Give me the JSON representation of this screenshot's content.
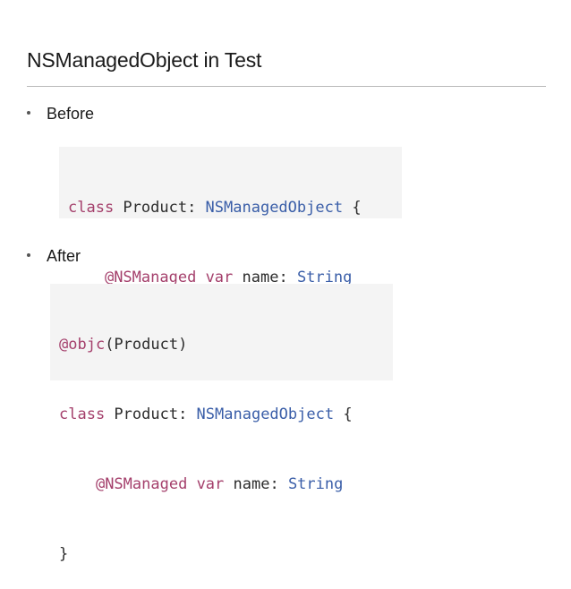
{
  "slide": {
    "title": "NSManagedObject in Test"
  },
  "bullets": [
    {
      "label": "Before"
    },
    {
      "label": "After"
    }
  ],
  "code_before": {
    "line1": {
      "kw": "class",
      "name": " Product: ",
      "type": "NSManagedObject",
      "brace": " {"
    },
    "line2": {
      "indent": "    ",
      "attr": "@NSManaged",
      "sp": " ",
      "kw": "var",
      "name": " name: ",
      "type": "String"
    },
    "line3": {
      "brace": "}"
    }
  },
  "code_after": {
    "line0": {
      "attr": "@objc",
      "rest": "(Product)"
    },
    "line1": {
      "kw": "class",
      "name": " Product: ",
      "type": "NSManagedObject",
      "brace": " {"
    },
    "line2": {
      "indent": "    ",
      "attr": "@NSManaged",
      "sp": " ",
      "kw": "var",
      "name": " name: ",
      "type": "String"
    },
    "line3": {
      "brace": "}"
    }
  },
  "colors": {
    "keyword": "#a43f6b",
    "type": "#3a5ea8",
    "code_background": "#f4f4f4"
  }
}
